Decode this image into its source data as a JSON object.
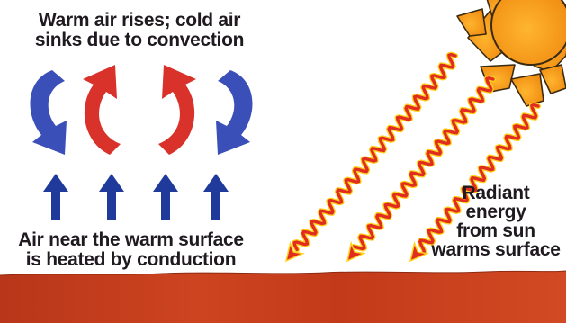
{
  "convection": {
    "line1": "Warm air rises; cold air",
    "line2": "sinks due to convection"
  },
  "conduction": {
    "line1": "Air near the warm surface",
    "line2": "is heated by conduction"
  },
  "radiation": {
    "line1": "Radiant",
    "line2": "energy",
    "line3": "from sun",
    "line4": "warms surface"
  },
  "colors": {
    "cold_air": "#3b4fb8",
    "warm_air": "#d8322a",
    "upward_arrow": "#1f3a9a",
    "sun_fill": "#f7a21b",
    "sun_outline": "#3a2a10",
    "ground": "#c93c1a",
    "ground_dark": "#a92f12",
    "ray_red": "#e02d20",
    "ray_yellow": "#ffd21e",
    "text": "#1f1a1f"
  }
}
